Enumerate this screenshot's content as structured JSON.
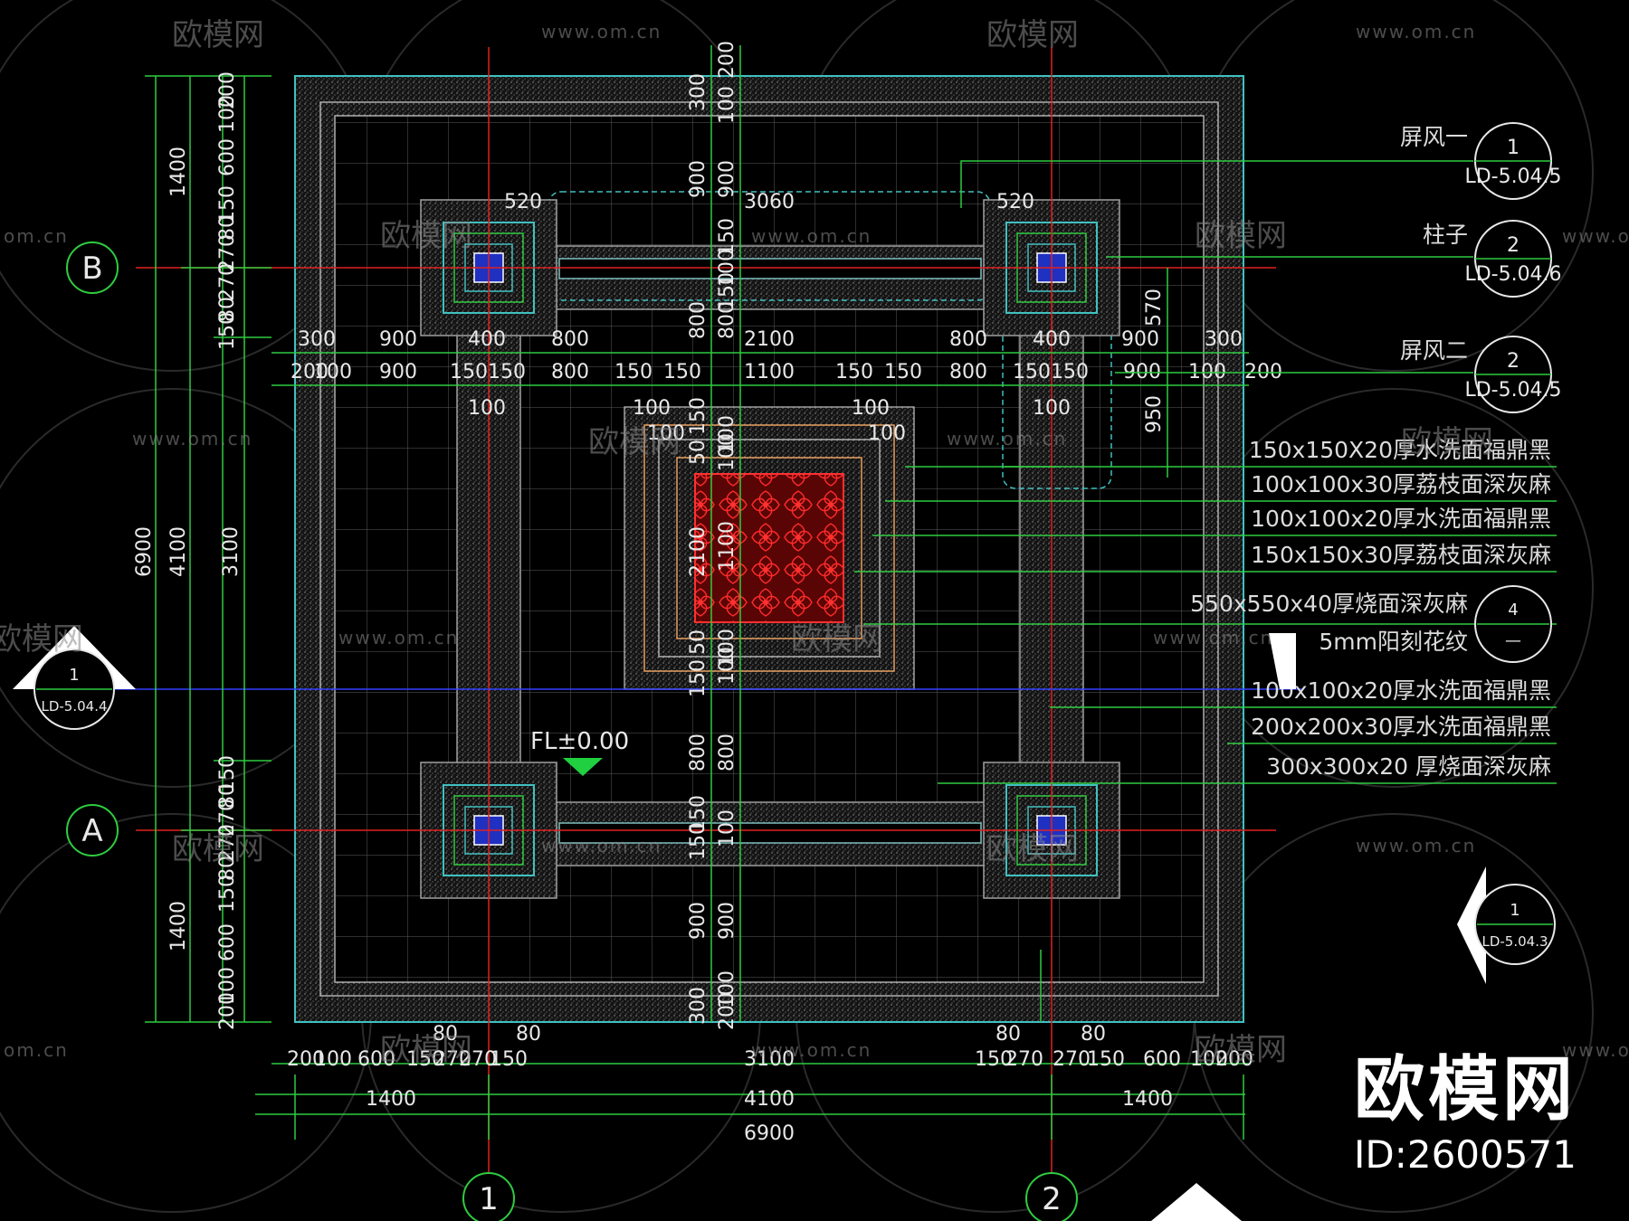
{
  "watermarks": {
    "logo_text": "欧模网",
    "url_text": "www.om.cn",
    "url_short": "om.cn",
    "logo_fragment": "欧模网"
  },
  "branding": {
    "name": "欧模网",
    "id_label": "ID:2600571"
  },
  "axes": {
    "row_b": "B",
    "row_a": "A",
    "col_1": "1",
    "col_2": "2"
  },
  "level_mark": "FL±0.00",
  "left_dims": {
    "overall": "6900",
    "middle": "4100",
    "upper": "1400",
    "lower": "1400",
    "inner": "3100",
    "top_stack": [
      "200",
      "100",
      "600",
      "150",
      "80",
      "270",
      "270",
      "80",
      "150"
    ],
    "bottom_stack": [
      "150",
      "80",
      "270",
      "270",
      "80",
      "150",
      "600",
      "100",
      "200"
    ]
  },
  "bottom_dims": {
    "overall": "6900",
    "middle": "4100",
    "left": "1400",
    "right": "1400",
    "inner": "3100",
    "left_chain": [
      "200",
      "100",
      "600",
      "150",
      "270",
      "270",
      "150"
    ],
    "left_top": [
      "80",
      "80"
    ],
    "right_chain": [
      "150",
      "270",
      "270",
      "150",
      "600",
      "100",
      "200"
    ],
    "right_top": [
      "80",
      "80"
    ]
  },
  "center_vertical_dims": {
    "top_a": [
      "300",
      "900",
      "800"
    ],
    "top_b": [
      "200",
      "100",
      "900",
      "150",
      "100",
      "150",
      "800"
    ],
    "mid_a": [
      "150",
      "50",
      "2100",
      "50",
      "150"
    ],
    "mid_b": [
      "100",
      "100",
      "1100",
      "100",
      "100"
    ],
    "bottom_a": [
      "800",
      "150",
      "150",
      "900",
      "300"
    ],
    "bottom_b": [
      "800",
      "100",
      "900",
      "100",
      "200"
    ]
  },
  "top_row_dims": {
    "upper": [
      "300",
      "900",
      "400",
      "800",
      "2100",
      "800",
      "400",
      "900",
      "300"
    ],
    "lower": [
      "200",
      "100",
      "900",
      "150",
      "150",
      "800",
      "150",
      "150",
      "1100",
      "150",
      "150",
      "800",
      "150",
      "150",
      "900",
      "100",
      "200"
    ],
    "small": [
      "100",
      "100",
      "100",
      "100",
      "100",
      "100"
    ],
    "bay": [
      "520",
      "3060",
      "520"
    ]
  },
  "right_dims": {
    "upper": "570",
    "lower": "950"
  },
  "callouts": [
    {
      "text": "屏风一",
      "num": "1",
      "ref": "LD-5.04.5"
    },
    {
      "text": "柱子",
      "num": "2",
      "ref": "LD-5.04.6"
    },
    {
      "text": "屏风二",
      "num": "2",
      "ref": "LD-5.04.5"
    }
  ],
  "materials": [
    "150x150X20厚水洗面福鼎黑",
    "100x100x30厚荔枝面深灰麻",
    "100x100x20厚水洗面福鼎黑",
    "150x150x30厚荔枝面深灰麻",
    "550x550x40厚烧面深灰麻",
    "5mm阳刻花纹",
    "100x100x20厚水洗面福鼎黑",
    "200x200x30厚水洗面福鼎黑",
    "300x300x20  厚烧面深灰麻"
  ],
  "pattern_detail": {
    "num": "4",
    "ref": "—"
  },
  "section_marks": [
    {
      "num": "1",
      "ref": "LD-5.04.4"
    },
    {
      "num": "1",
      "ref": "LD-5.04.3"
    }
  ],
  "colors": {
    "background": "#000000",
    "dimension_lines": "#2ecc40",
    "axis_lines": "#e02020",
    "slab_outline": "#40c0c0",
    "grid": "#5a5a5a",
    "pattern": "#e01818",
    "column_core": "#2030c0"
  }
}
